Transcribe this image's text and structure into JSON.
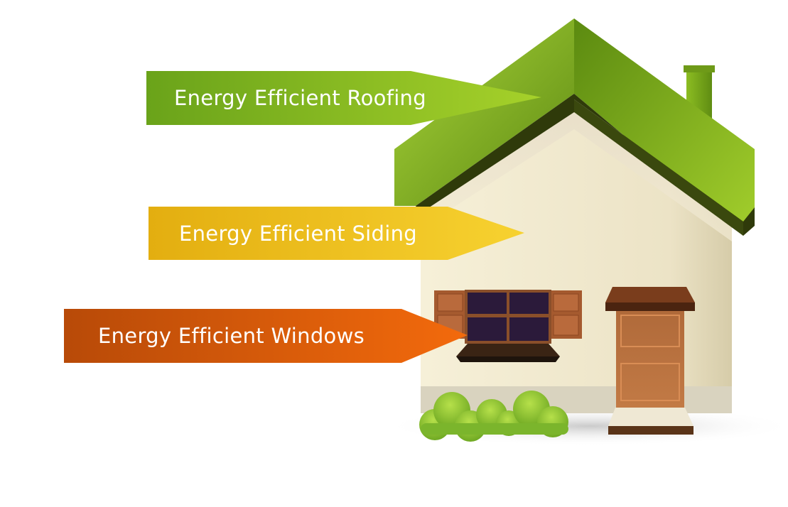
{
  "labels": {
    "roofing": "Energy Efficient Roofing",
    "siding": "Energy Efficient Siding",
    "windows": "Energy Efficient Windows"
  },
  "colors": {
    "roofing_arrow_dark": "#6aa31a",
    "roofing_arrow_light": "#a6d12a",
    "siding_arrow_dark": "#e3ae10",
    "siding_arrow_light": "#f7d230",
    "windows_arrow_dark": "#b84a08",
    "windows_arrow_light": "#f36a0c",
    "roof_green": "#8cc120",
    "roof_edge": "#2f3a0a",
    "wall": "#efe7cc",
    "window_frame": "#8a4f2a",
    "door": "#b0683a",
    "bush": "#8ccb3a"
  }
}
